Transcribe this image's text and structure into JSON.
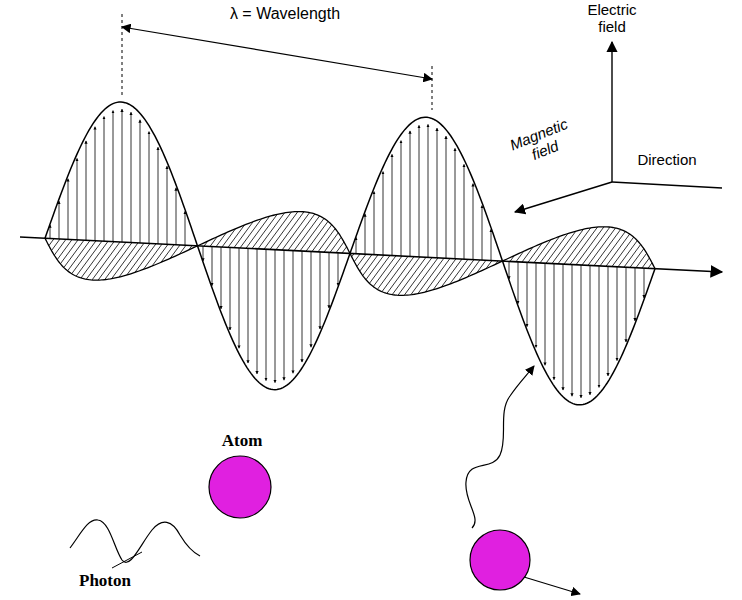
{
  "diagram": {
    "nodes": [
      {
        "text": [
          "Atom"
        ]
      }
    ],
    "labels": [
      "λ = Wavelength",
      "Electric field",
      "Magnetic field",
      "Direction",
      "Photon"
    ]
  }
}
